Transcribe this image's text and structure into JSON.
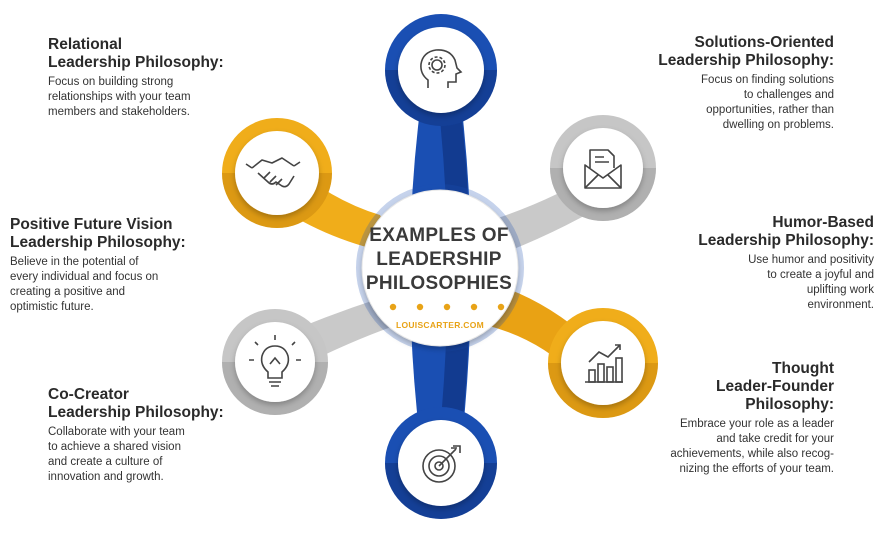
{
  "center": {
    "line1": "EXAMPLES OF",
    "line2": "LEADERSHIP",
    "line3": "PHILOSOPHIES",
    "website": "LOUISCARTER.COM"
  },
  "colors": {
    "blue": "#1a4fb3",
    "blue_dark": "#0d2c73",
    "yellow": "#f0ad1a",
    "yellow_dark": "#c7850c",
    "gray": "#c6c6c6",
    "gray_dark": "#9a9a9a",
    "text": "#2b2b2b"
  },
  "nodes": [
    {
      "icon": "gear-head-icon",
      "color": "blue"
    },
    {
      "icon": "handshake-icon",
      "color": "yellow"
    },
    {
      "icon": "envelope-icon",
      "color": "gray"
    },
    {
      "icon": "lightbulb-icon",
      "color": "gray"
    },
    {
      "icon": "bar-chart-icon",
      "color": "yellow"
    },
    {
      "icon": "target-icon",
      "color": "blue"
    }
  ],
  "philosophies": [
    {
      "title1": "Relational",
      "title2": "Leadership Philosophy:",
      "desc": [
        "Focus on building strong",
        "relationships with your team",
        "members and stakeholders."
      ]
    },
    {
      "title1": "Solutions-Oriented",
      "title2": "Leadership Philosophy:",
      "desc": [
        "Focus on finding solutions",
        "to challenges and",
        "opportunities, rather than",
        "dwelling on problems."
      ]
    },
    {
      "title1": "Positive Future Vision",
      "title2": "Leadership Philosophy:",
      "desc": [
        "Believe in the potential of",
        "every individual and focus on",
        "creating a positive and",
        "optimistic future."
      ]
    },
    {
      "title1": "Humor-Based",
      "title2": "Leadership Philosophy:",
      "desc": [
        "Use humor and positivity",
        "to create a joyful and",
        "uplifting work",
        "environment."
      ]
    },
    {
      "title1": "Co-Creator",
      "title2": "Leadership Philosophy:",
      "desc": [
        "Collaborate with your team",
        "to achieve a shared vision",
        "and create a culture of",
        "innovation and growth."
      ]
    },
    {
      "title1": "Thought",
      "title2": "Leader-Founder",
      "title3": "Philosophy:",
      "desc": [
        "Embrace your role as a leader",
        "and take credit for your",
        "achievements, while also recog-",
        "nizing the efforts of your team."
      ]
    }
  ]
}
